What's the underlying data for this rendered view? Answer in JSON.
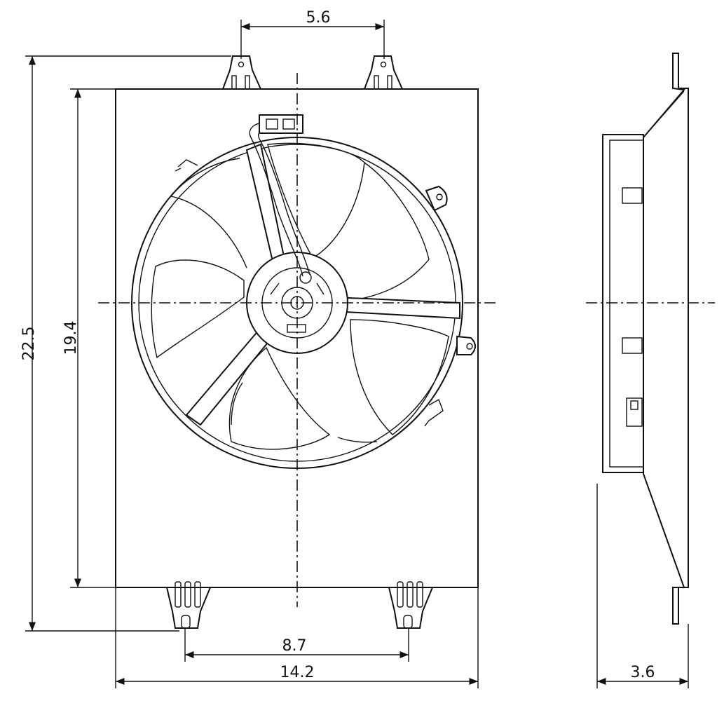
{
  "dimensions": {
    "top_tab_spacing": "5.6",
    "overall_height": "22.5",
    "shroud_height": "19.4",
    "bottom_tab_spacing": "8.7",
    "overall_width": "14.2",
    "depth": "3.6"
  }
}
